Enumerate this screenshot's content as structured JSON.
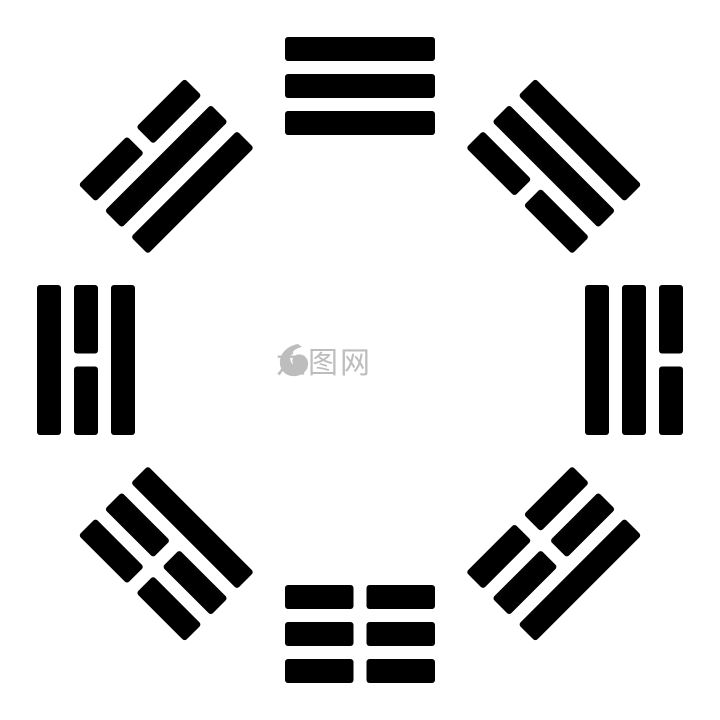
{
  "colors": {
    "line": "#000000",
    "background": "#ffffff",
    "watermark": "#bdbdbd"
  },
  "trigrams": [
    {
      "position": "top",
      "lines": [
        "solid",
        "solid",
        "solid"
      ]
    },
    {
      "position": "top-right",
      "lines": [
        "broken",
        "solid",
        "solid"
      ]
    },
    {
      "position": "right",
      "lines": [
        "solid",
        "solid",
        "broken"
      ]
    },
    {
      "position": "bottom-right",
      "lines": [
        "broken",
        "broken",
        "solid"
      ]
    },
    {
      "position": "bottom",
      "lines": [
        "broken",
        "broken",
        "broken"
      ]
    },
    {
      "position": "bottom-left",
      "lines": [
        "solid",
        "broken",
        "broken"
      ]
    },
    {
      "position": "left",
      "lines": [
        "solid",
        "broken",
        "solid"
      ]
    },
    {
      "position": "top-left",
      "lines": [
        "solid",
        "solid",
        "broken"
      ]
    }
  ],
  "watermark": {
    "icon": "swirl-logo-icon",
    "text": "六图网"
  }
}
